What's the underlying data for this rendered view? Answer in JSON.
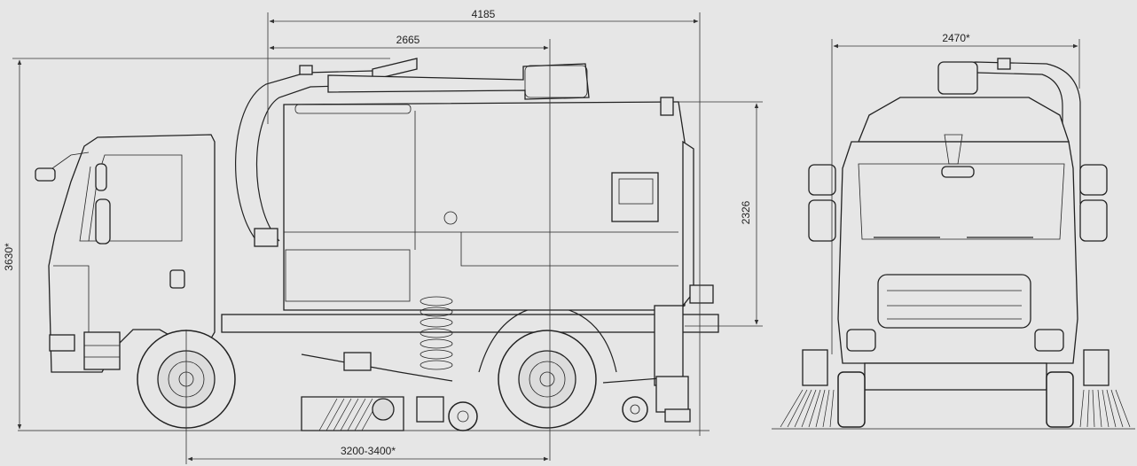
{
  "dimensions": {
    "overall_body_length": "4185",
    "front_to_axis": "2665",
    "overall_height": "3630*",
    "body_height": "2326",
    "wheelbase": "3200-3400*",
    "overall_width": "2470*"
  },
  "colors": {
    "background": "#e6e6e6",
    "line": "#222222"
  }
}
